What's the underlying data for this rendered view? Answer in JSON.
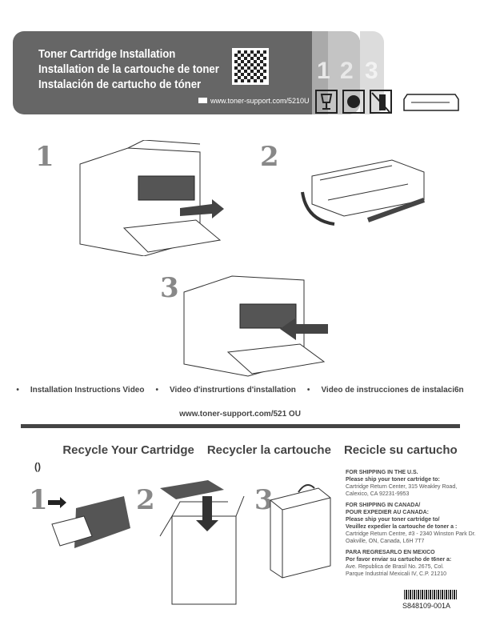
{
  "header": {
    "titles": [
      "Toner Cartridge Installation",
      "Installation de la cartouche de toner",
      "Instalación de cartucho de tóner"
    ],
    "video_url": "www.toner-support.com/5210U",
    "step_tabs": [
      "1",
      "2",
      "3"
    ],
    "colors": {
      "banner": "#666666",
      "tab1": "#aaaaaa",
      "tab2": "#c4c4c4",
      "tab3": "#dcdcdc"
    }
  },
  "install_steps": [
    "1",
    "2",
    "3"
  ],
  "video": {
    "bullet": "•",
    "labels": [
      "Installation  Instructions Video",
      "Video d'instrurtions  d'installation",
      "Video de instrucciones de instalaci6n"
    ],
    "url": "www.toner-support.com/521    OU"
  },
  "recycle": {
    "titles": [
      "Recycle Your Cartridge",
      "Recycler la cartouche",
      "Recicle su cartucho"
    ],
    "mark": "()",
    "steps": [
      "1",
      "2",
      "3"
    ]
  },
  "shipping": {
    "us": {
      "heading": "FOR SHIPPING IN THE U.S.",
      "instruction": "Please ship your toner cartridge to:",
      "address": [
        "Cartridge Return Center, 315 Weakley Road,",
        "Calexico, CA 92231-9953"
      ]
    },
    "canada": {
      "heading": [
        "FOR SHIPPING IN CANADA/",
        "POUR EXPEDIER AU CANADA:"
      ],
      "instruction": [
        "Please ship your toner cartridge to/",
        "Veuillez expedier la cartouche de toner a :"
      ],
      "address": [
        "Cartridge Return Centre, #3 -  2340 Winston Park Dr.",
        "Oakville, ON, Canada, L6H 7T7"
      ]
    },
    "mexico": {
      "heading": "PARA REGRESARLO EN MEXICO",
      "instruction": "Por favor enviar su cartucho de t6ner a:",
      "address": [
        "Ave. Republica de Brasil No. 2675, Col.",
        "Parque Industrial Mexicali IV, C.P. 21210"
      ]
    }
  },
  "part_number": "S848109-001A"
}
